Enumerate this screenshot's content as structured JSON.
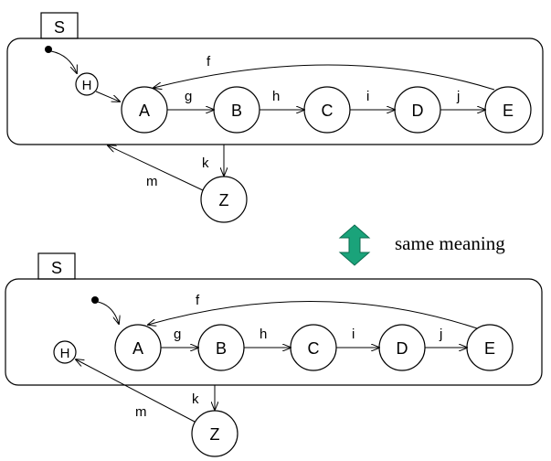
{
  "top_diagram": {
    "frame_label": "S",
    "history_label": "H",
    "states": [
      "A",
      "B",
      "C",
      "D",
      "E"
    ],
    "exit_state": "Z",
    "transitions": {
      "g": "g",
      "h": "h",
      "i": "i",
      "j": "j",
      "f": "f",
      "k": "k",
      "m": "m"
    }
  },
  "bottom_diagram": {
    "frame_label": "S",
    "history_label": "H",
    "states": [
      "A",
      "B",
      "C",
      "D",
      "E"
    ],
    "exit_state": "Z",
    "transitions": {
      "g": "g",
      "h": "h",
      "i": "i",
      "j": "j",
      "f": "f",
      "k": "k",
      "m": "m"
    }
  },
  "equivalence": {
    "text": "same meaning",
    "arrow_color": "#1aa37a"
  }
}
